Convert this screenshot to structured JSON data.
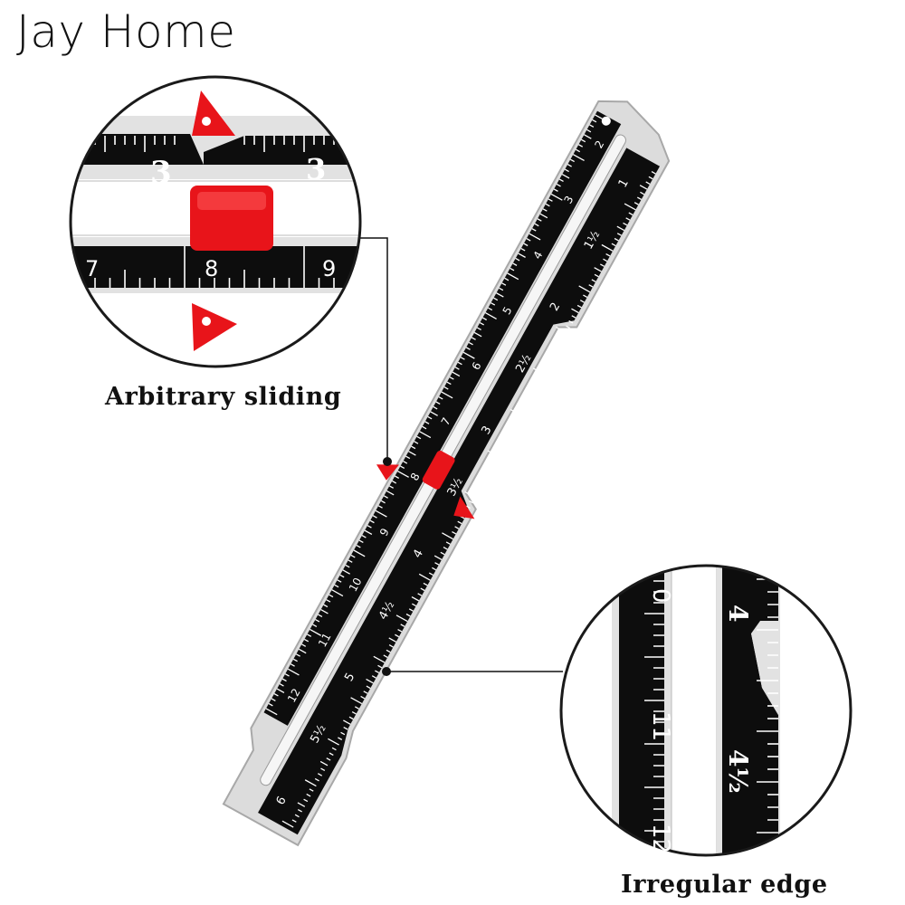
{
  "brand": {
    "name": "Jay Home"
  },
  "callouts": {
    "sliding": {
      "caption": "Arbitrary sliding"
    },
    "edge": {
      "caption": "Irregular edge"
    }
  },
  "ruler": {
    "scale_left": [
      "2",
      "3",
      "4",
      "5",
      "6",
      "7",
      "8",
      "9",
      "10",
      "11",
      "12"
    ],
    "scale_right": [
      "1",
      "1½",
      "2",
      "2½",
      "3",
      "3½",
      "4",
      "4½",
      "5",
      "5½",
      "6"
    ]
  },
  "zoom_sliding": {
    "top_numbers": [
      "3",
      "3"
    ],
    "bottom_numbers": [
      "7",
      "8",
      "9"
    ]
  },
  "zoom_edge": {
    "left_numbers": [
      "0",
      "11",
      "12"
    ],
    "right_numbers": [
      "4",
      "4½"
    ]
  },
  "colors": {
    "ruler_black": "#0d0d0d",
    "aluminum": "#dcdcdc",
    "slider_red": "#e8141a",
    "pointer_red": "#e8141a"
  }
}
